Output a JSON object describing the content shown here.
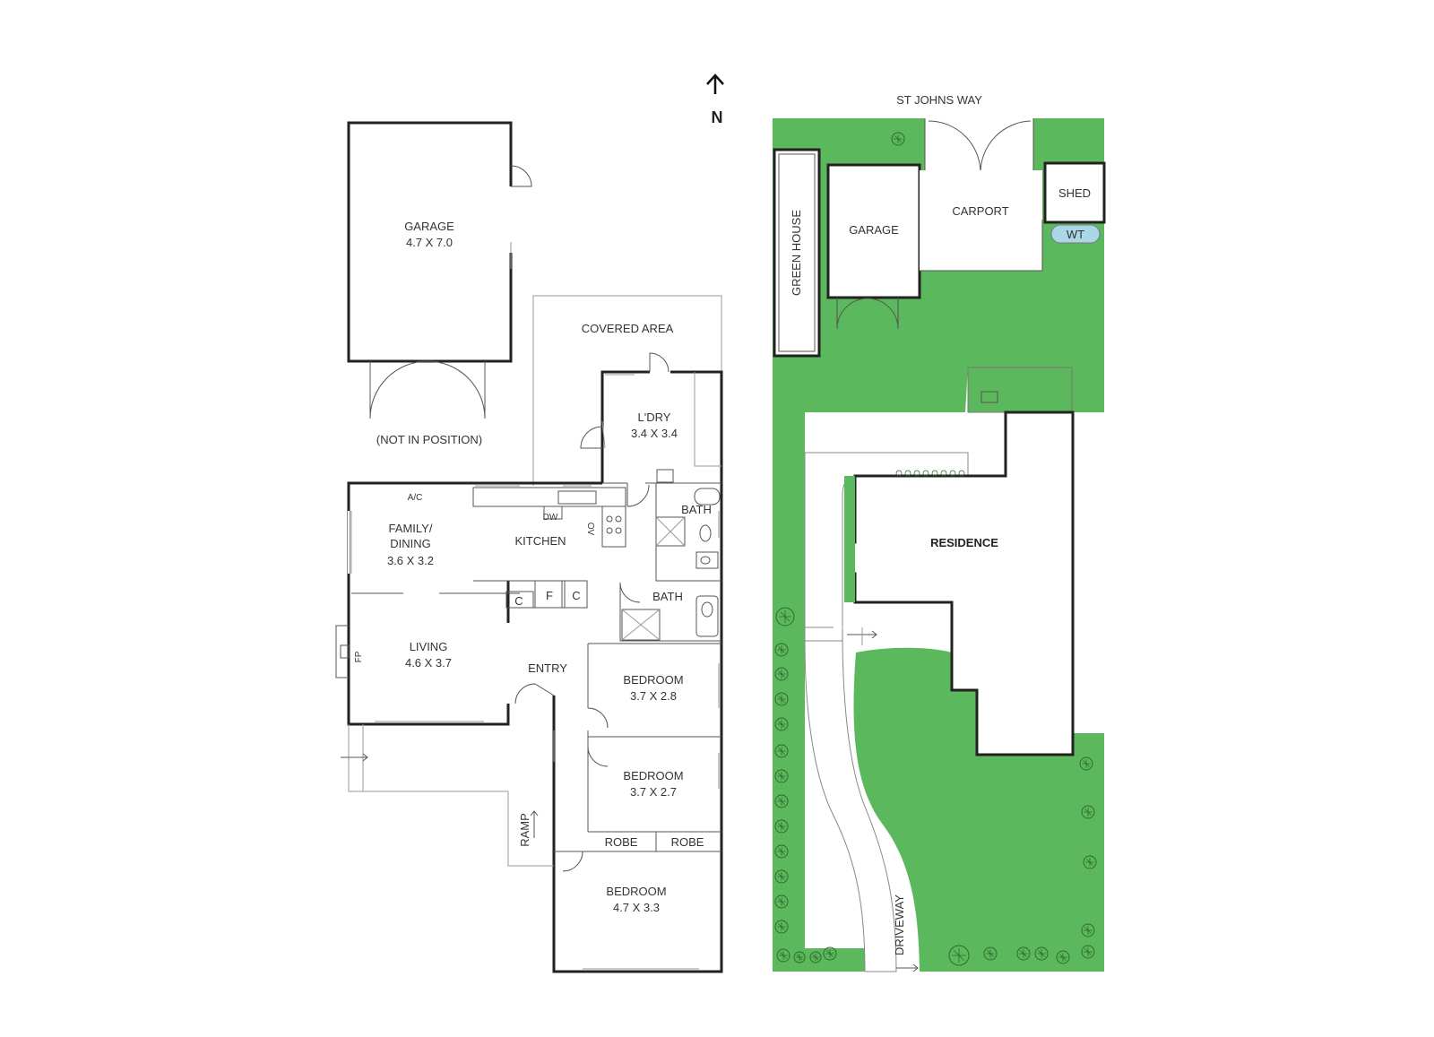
{
  "colors": {
    "lawn": "#5cb85c",
    "wall": "#222222",
    "tank": "#aad6e6",
    "paving": "#ffffff"
  },
  "icons": {
    "north_arrow": "arrow-up-icon",
    "tree": "tree-icon"
  },
  "north": {
    "arrow": "↑",
    "label": "N"
  },
  "floor_plan": {
    "garage": {
      "name": "GARAGE",
      "dims": "4.7 X 7.0",
      "note": "(NOT IN POSITION)"
    },
    "covered_area": "COVERED AREA",
    "laundry": {
      "name": "L'DRY",
      "dims": "3.4 X 3.4"
    },
    "family_dining": {
      "line1": "FAMILY/",
      "line2": "DINING",
      "dims": "3.6 X 3.2"
    },
    "kitchen": "KITCHEN",
    "bath_1": "BATH",
    "bath_2": "BATH",
    "living": {
      "name": "LIVING",
      "dims": "4.6 X 3.7"
    },
    "entry": "ENTRY",
    "bedroom_1": {
      "name": "BEDROOM",
      "dims": "3.7 X 2.8"
    },
    "bedroom_2": {
      "name": "BEDROOM",
      "dims": "3.7 X 2.7"
    },
    "bedroom_3": {
      "name": "BEDROOM",
      "dims": "4.7 X 3.3"
    },
    "robe_1": "ROBE",
    "robe_2": "ROBE",
    "ramp": "RAMP",
    "fixtures": {
      "ac": "A/C",
      "dw": "DW",
      "ov": "OV",
      "fp": "FP",
      "c1": "C",
      "f": "F",
      "c2": "C"
    }
  },
  "site_plan": {
    "street": "ST JOHNS WAY",
    "greenhouse": "GREEN HOUSE",
    "garage": "GARAGE",
    "carport": "CARPORT",
    "shed": "SHED",
    "water_tank": "WT",
    "residence": "RESIDENCE",
    "driveway": "DRIVEWAY"
  }
}
